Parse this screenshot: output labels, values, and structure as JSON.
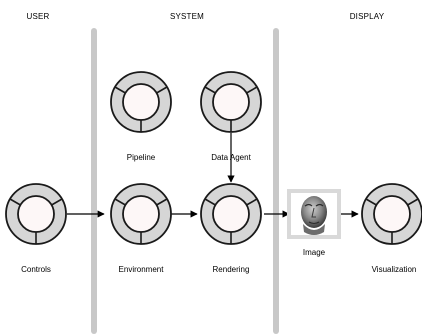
{
  "lanes": {
    "user": "USER",
    "system": "SYSTEM",
    "display": "DISPLAY"
  },
  "nodes": {
    "pipeline": "Pipeline",
    "data_agent": "Data Agent",
    "controls": "Controls",
    "environment": "Environment",
    "rendering": "Rendering",
    "image": "Image",
    "visualization": "Visualization"
  },
  "colors": {
    "divider": "#c8c8c8",
    "ring_fill": "#d6d6d6",
    "ring_stroke": "#1a1a1a",
    "inner_fill": "#fdf7f7",
    "image_frame": "#d9d9d9",
    "arrow": "#000000"
  },
  "edges": [
    [
      "controls",
      "environment"
    ],
    [
      "environment",
      "rendering"
    ],
    [
      "data_agent",
      "rendering"
    ],
    [
      "rendering",
      "image"
    ],
    [
      "image",
      "visualization"
    ]
  ]
}
